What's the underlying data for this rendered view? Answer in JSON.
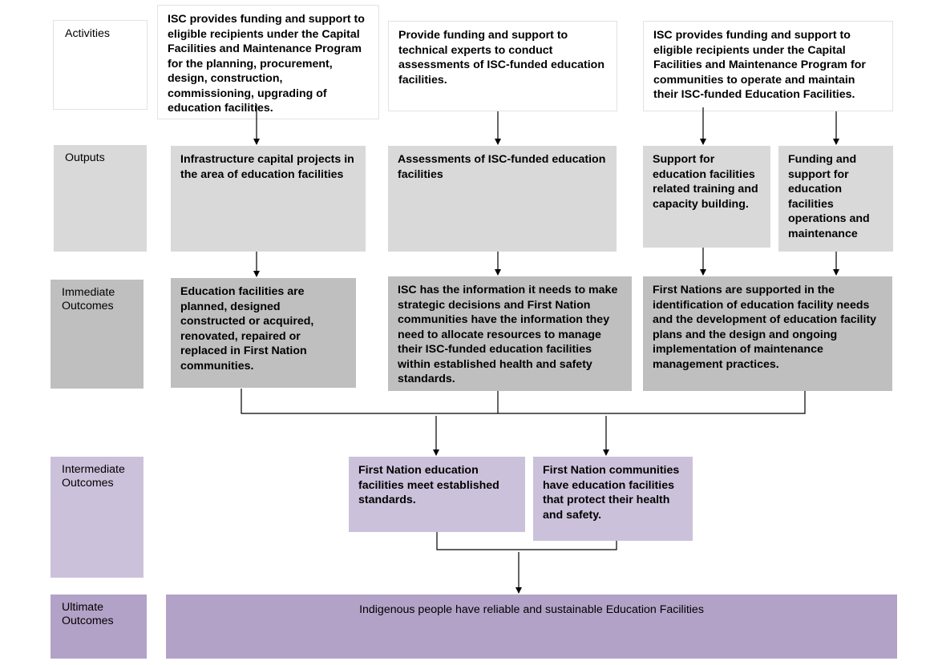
{
  "rows": {
    "activities": "Activities",
    "outputs": "Outputs",
    "immediate": "Immediate Outcomes",
    "intermediate": "Intermediate Outcomes",
    "ultimate": "Ultimate Outcomes"
  },
  "activities": [
    "ISC provides funding and support to eligible recipients under the Capital Facilities and Maintenance Program for the planning, procurement, design, construction, commissioning, upgrading of education facilities.",
    "Provide funding and support to technical experts to conduct assessments of ISC-funded education facilities.",
    "ISC provides funding and support to eligible recipients under the Capital Facilities and Maintenance Program for communities to operate and maintain their ISC-funded Education Facilities."
  ],
  "outputs": [
    "Infrastructure capital projects in the area of education facilities",
    "Assessments of ISC-funded education facilities",
    "Support for education facilities related training and capacity building.",
    "Funding and support for education facilities operations and maintenance"
  ],
  "immediate": [
    "Education facilities are planned, designed constructed or acquired, renovated, repaired or replaced in First Nation communities.",
    "ISC has the information it needs to make strategic decisions and First Nation communities have the information they need to allocate resources to manage their ISC-funded education facilities within established health and safety standards.",
    "First Nations are supported in the identification of education facility needs and the development of education facility plans and the design and ongoing implementation of maintenance management practices."
  ],
  "intermediate": [
    "First Nation education facilities meet established standards.",
    "First Nation communities have education facilities that protect their health and safety."
  ],
  "ultimate": "Indigenous people have reliable and sustainable Education Facilities",
  "colors": {
    "outputs": "#d9d9d9",
    "immediate": "#bfbfbf",
    "intermediate": "#ccc1da",
    "ultimate": "#b3a2c7"
  }
}
